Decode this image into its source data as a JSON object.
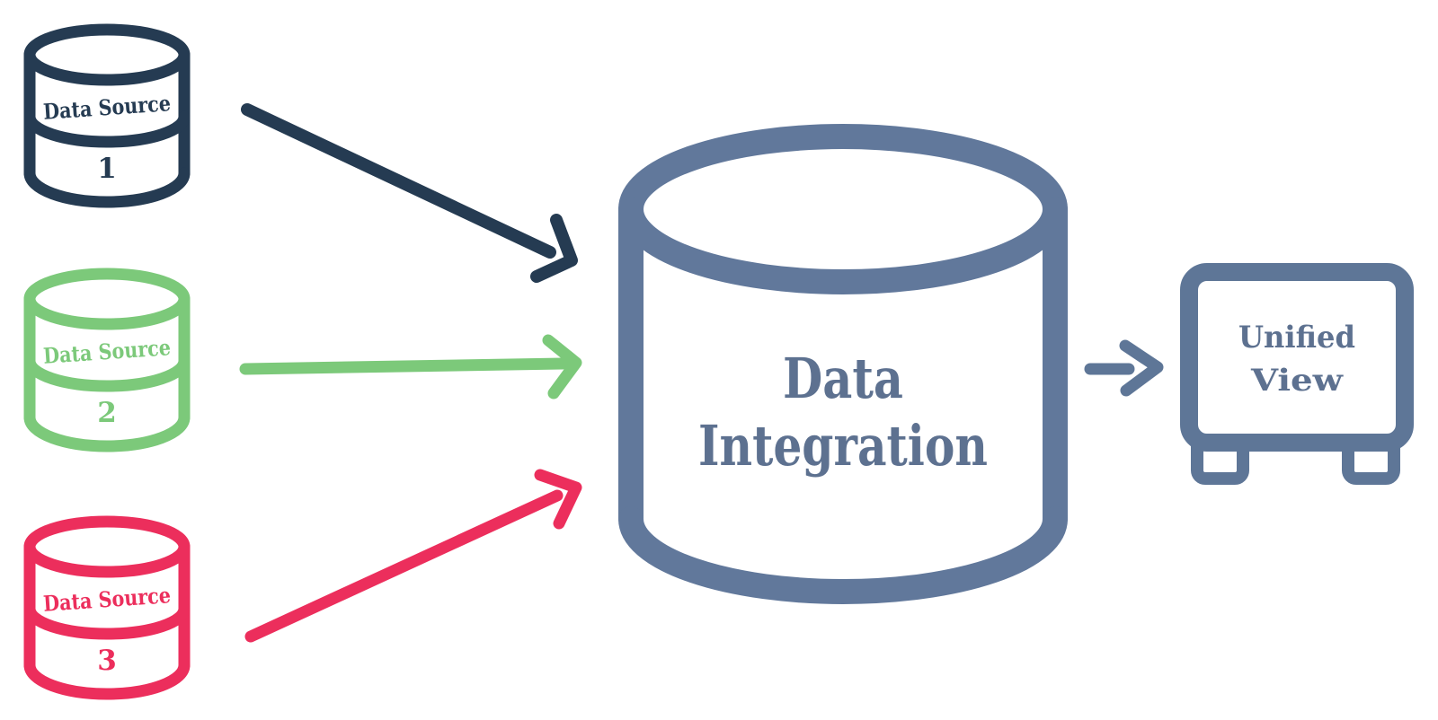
{
  "diagram": {
    "background": "#ffffff",
    "sources": [
      {
        "label": "Data Source",
        "number": "1",
        "color": "#253b52"
      },
      {
        "label": "Data Source",
        "number": "2",
        "color": "#7cc97a"
      },
      {
        "label": "Data Source",
        "number": "3",
        "color": "#ec2e5c"
      }
    ],
    "integration": {
      "line1": "Data",
      "line2": "Integration",
      "stroke_color": "#61789b",
      "text_color": "#5d7190"
    },
    "unified_view": {
      "line1": "Unified",
      "line2": "View",
      "stroke_color": "#5e7697",
      "text_color": "#5d7190"
    },
    "arrows": [
      {
        "from": "Data Source 1",
        "to": "Data Integration",
        "color": "#253b52"
      },
      {
        "from": "Data Source 2",
        "to": "Data Integration",
        "color": "#7cc97a"
      },
      {
        "from": "Data Source 3",
        "to": "Data Integration",
        "color": "#ec2e5c"
      },
      {
        "from": "Data Integration",
        "to": "Unified View",
        "color": "#5e7697"
      }
    ]
  }
}
